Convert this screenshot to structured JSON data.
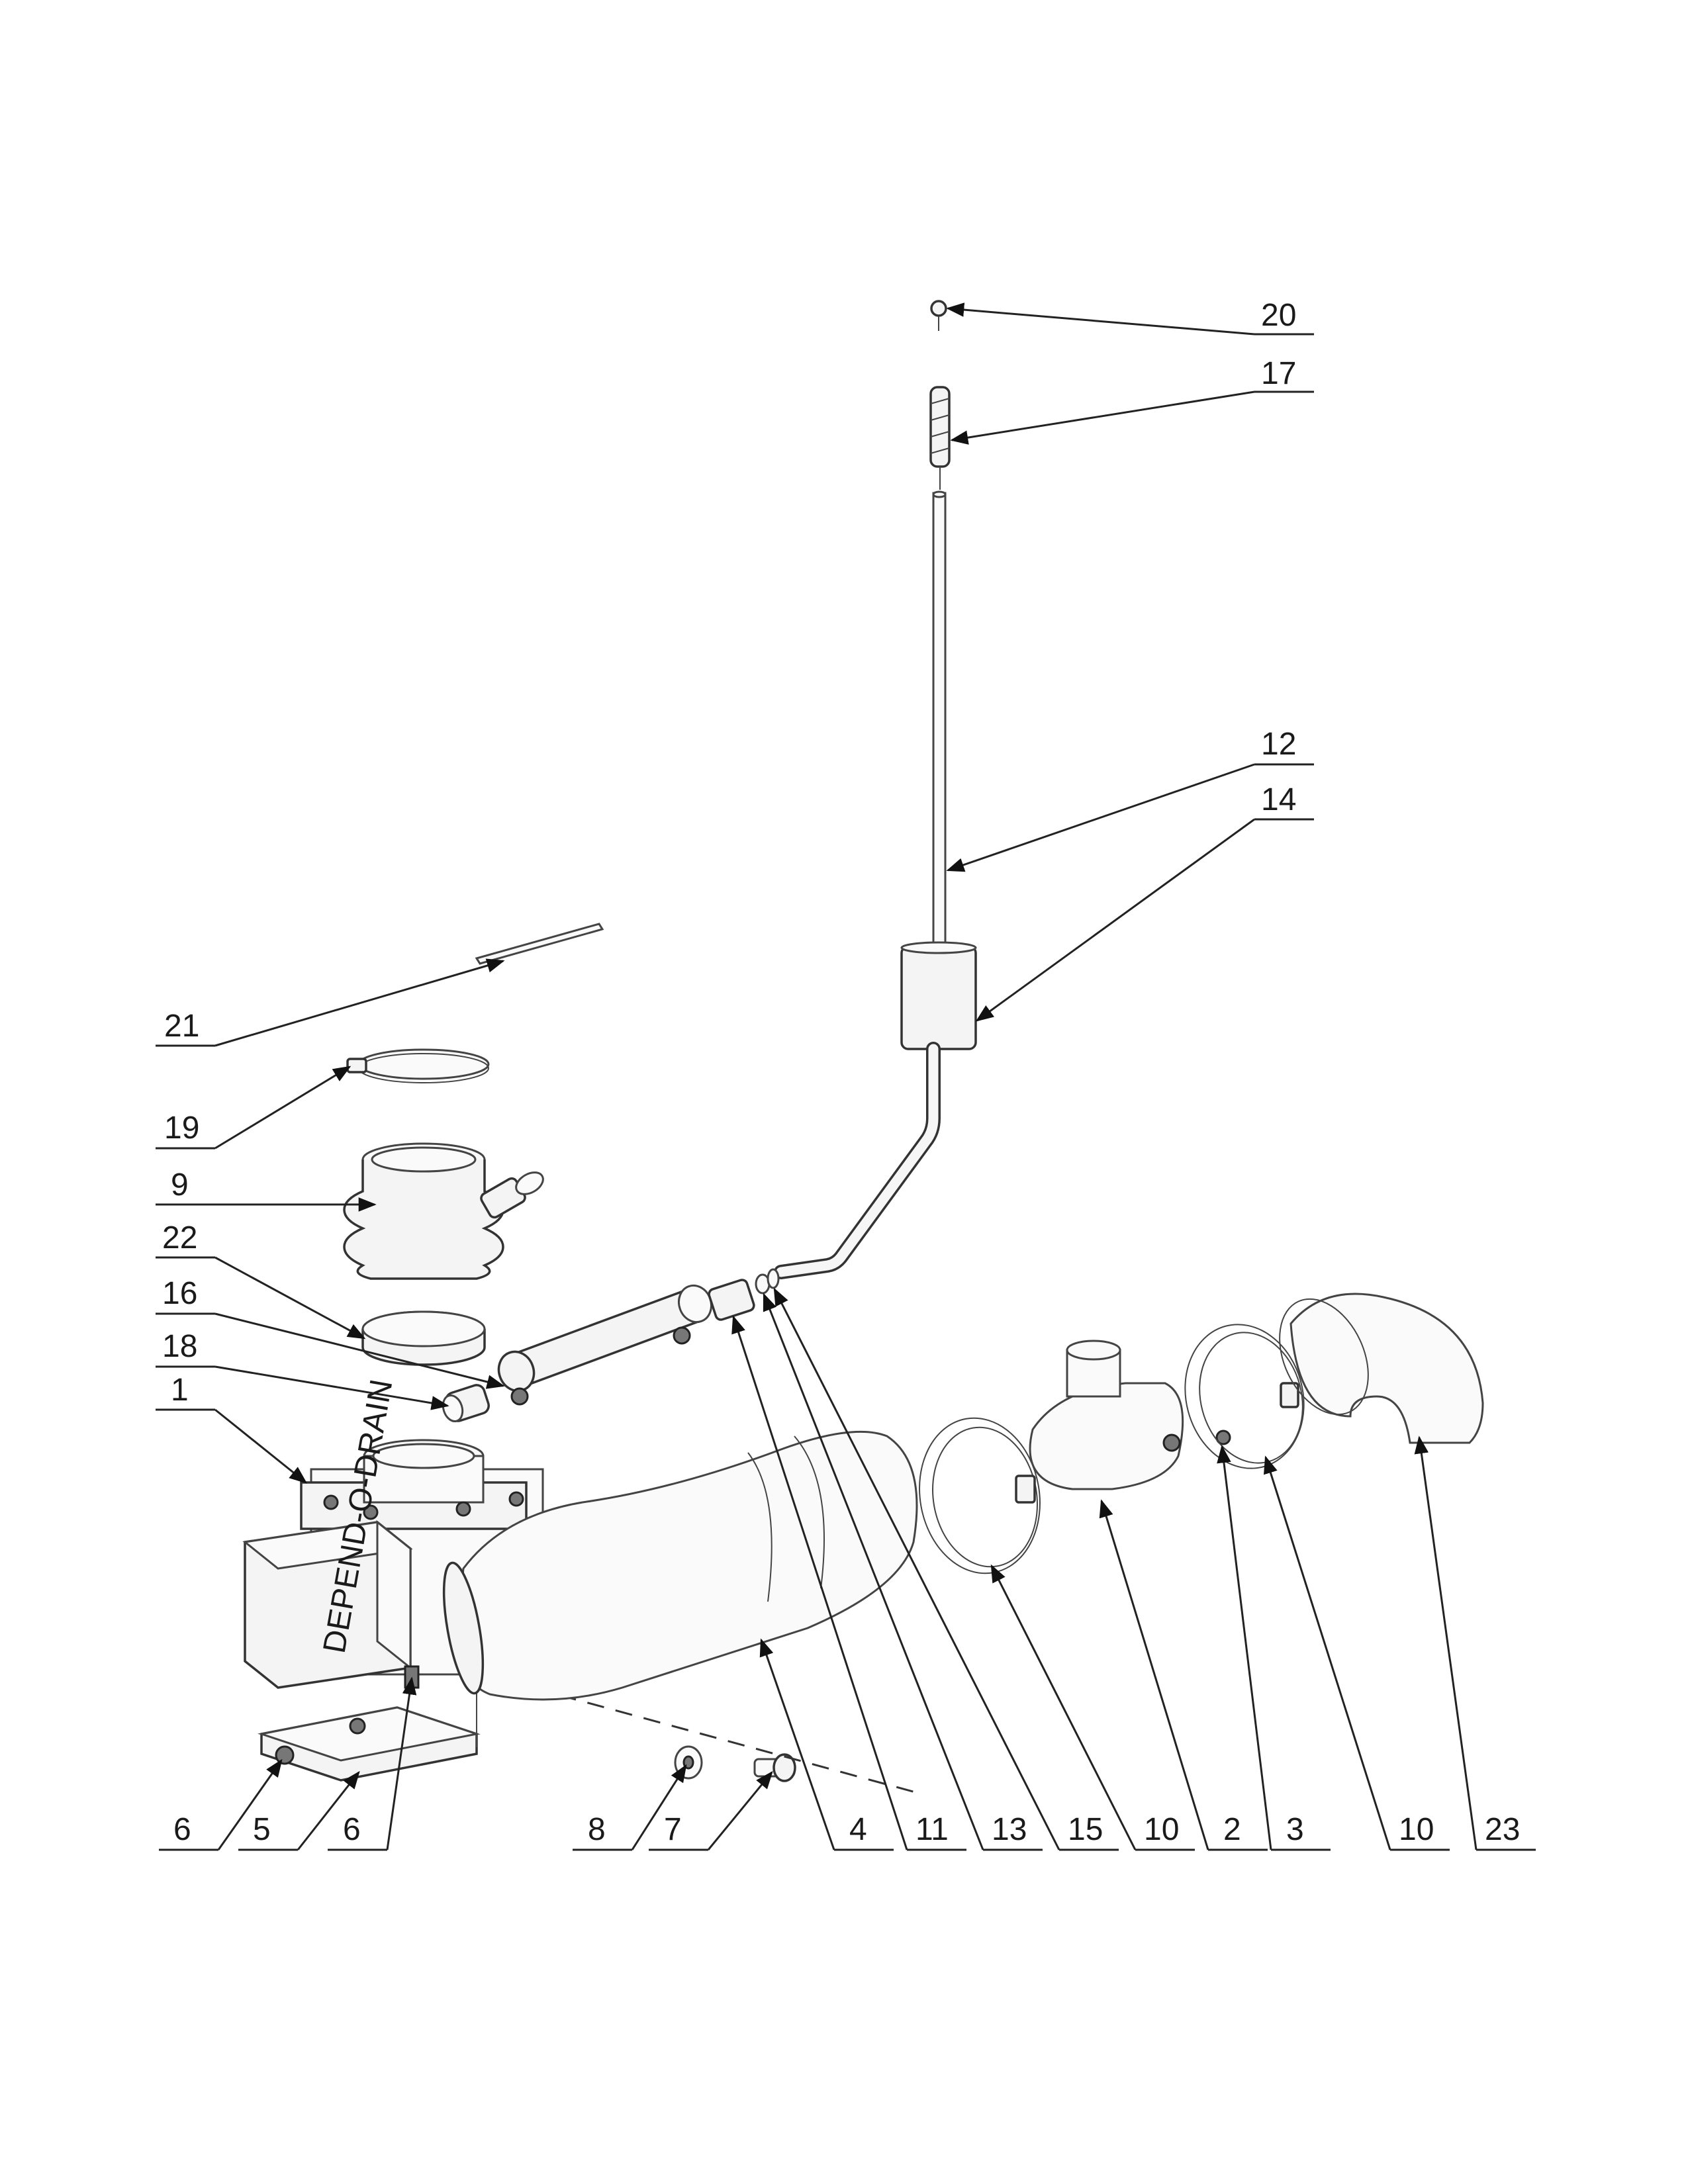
{
  "diagram": {
    "brand_text": "DEPEND-O-DRAIN",
    "callouts": [
      {
        "id": "c20",
        "label": "20"
      },
      {
        "id": "c17",
        "label": "17"
      },
      {
        "id": "c12",
        "label": "12"
      },
      {
        "id": "c14",
        "label": "14"
      },
      {
        "id": "c21",
        "label": "21"
      },
      {
        "id": "c19",
        "label": "19"
      },
      {
        "id": "c9",
        "label": "9"
      },
      {
        "id": "c22",
        "label": "22"
      },
      {
        "id": "c16",
        "label": "16"
      },
      {
        "id": "c18",
        "label": "18"
      },
      {
        "id": "c1",
        "label": "1"
      },
      {
        "id": "b6a",
        "label": "6"
      },
      {
        "id": "b5",
        "label": "5"
      },
      {
        "id": "b6b",
        "label": "6"
      },
      {
        "id": "b8",
        "label": "8"
      },
      {
        "id": "b7",
        "label": "7"
      },
      {
        "id": "b4",
        "label": "4"
      },
      {
        "id": "b11",
        "label": "11"
      },
      {
        "id": "b13",
        "label": "13"
      },
      {
        "id": "b15",
        "label": "15"
      },
      {
        "id": "b10a",
        "label": "10"
      },
      {
        "id": "b2",
        "label": "2"
      },
      {
        "id": "b3",
        "label": "3"
      },
      {
        "id": "b10b",
        "label": "10"
      },
      {
        "id": "b23",
        "label": "23"
      }
    ]
  }
}
